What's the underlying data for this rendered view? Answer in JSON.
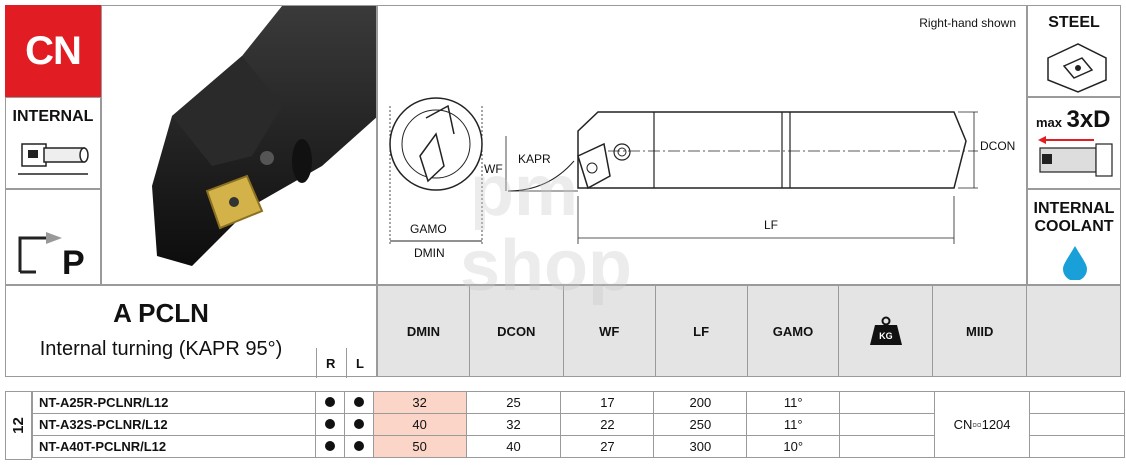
{
  "badge": {
    "label": "CN",
    "color": "#e21c23"
  },
  "left_icons": {
    "internal_label": "INTERNAL",
    "p_label": "P"
  },
  "drawing": {
    "note": "Right-hand shown",
    "labels": {
      "dmin": "DMIN",
      "gamo": "GAMO",
      "wf": "WF",
      "kapr": "KAPR",
      "lf": "LF",
      "dcon": "DCON"
    }
  },
  "right_icons": {
    "steel": "STEEL",
    "max_prefix": "max",
    "max_value": "3xD",
    "coolant_line1": "INTERNAL",
    "coolant_line2": "COOLANT",
    "coolant_color": "#1aa0d8"
  },
  "product": {
    "title": "A PCLN",
    "subtitle": "Internal turning (KAPR 95°)",
    "r_label": "R",
    "l_label": "L"
  },
  "columns": {
    "dmin": "DMIN",
    "dcon": "DCON",
    "wf": "WF",
    "lf": "LF",
    "gamo": "GAMO",
    "weight_icon": "KG",
    "miid": "MIID"
  },
  "group_label": "12",
  "rows": [
    {
      "code": "NT-A25R-PCLNR/L12",
      "dmin": "32",
      "dcon": "25",
      "wf": "17",
      "lf": "200",
      "gamo": "11°"
    },
    {
      "code": "NT-A32S-PCLNR/L12",
      "dmin": "40",
      "dcon": "32",
      "wf": "22",
      "lf": "250",
      "gamo": "11°"
    },
    {
      "code": "NT-A40T-PCLNR/L12",
      "dmin": "50",
      "dcon": "40",
      "wf": "27",
      "lf": "300",
      "gamo": "10°"
    }
  ],
  "miid_value": "CN▫▫1204",
  "watermark": {
    "line1": "pm",
    "line2": "shop"
  }
}
